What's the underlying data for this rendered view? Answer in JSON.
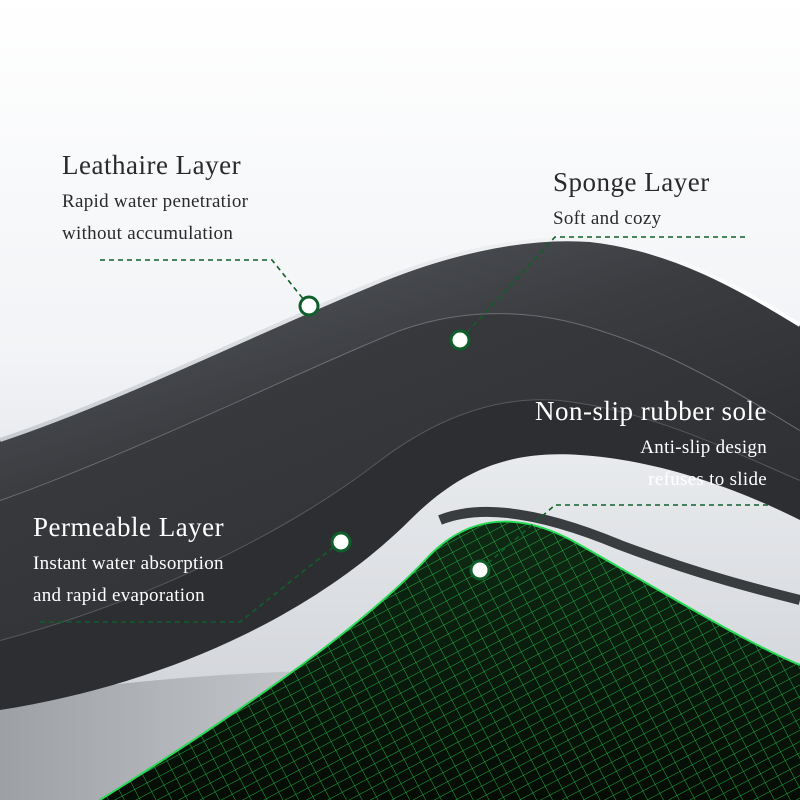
{
  "colors": {
    "accent_green": "#0f5f2a",
    "mesh_green": "#1fd04a",
    "layer_dark": "#2b2d30",
    "background": "#ffffff"
  },
  "annotations": {
    "leathaire": {
      "title": "Leathaire Layer",
      "lines": [
        "Rapid water penetratior",
        "without accumulation"
      ]
    },
    "sponge": {
      "title": "Sponge Layer",
      "lines": [
        "Soft and cozy"
      ]
    },
    "nonslip": {
      "title": "Non-slip rubber sole",
      "lines": [
        "Anti-slip design",
        "refuses to slide"
      ]
    },
    "permeable": {
      "title": "Permeable Layer",
      "lines": [
        "Instant water absorption",
        "and rapid evaporation"
      ]
    }
  }
}
